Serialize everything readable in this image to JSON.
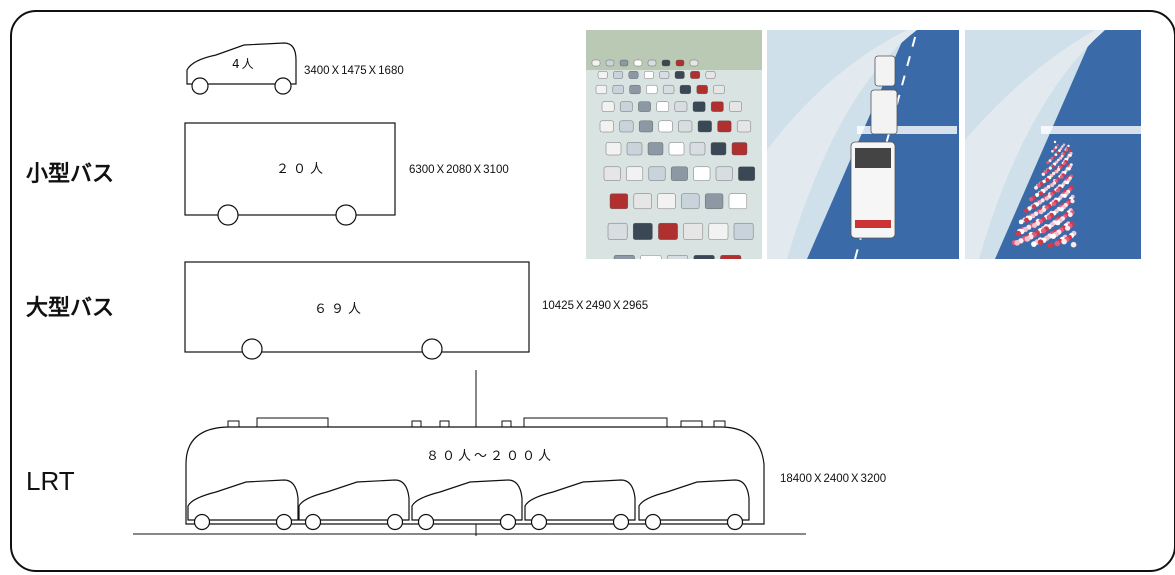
{
  "rows": {
    "car": {
      "capacity": "4人",
      "dimensions": "3400Ｘ1475Ｘ1680"
    },
    "small_bus": {
      "label": "小型バス",
      "capacity": "２０人",
      "dimensions": "6300Ｘ2080Ｘ3100"
    },
    "large_bus": {
      "label": "大型バス",
      "capacity": "６９人",
      "dimensions": "10425Ｘ2490Ｘ2965"
    },
    "lrt": {
      "label": "LRT",
      "capacity": "８０人～２００人",
      "dimensions": "18400Ｘ2400Ｘ3200"
    }
  },
  "photos": {
    "count": 3,
    "depicts": [
      "traffic-jam-cars",
      "buses-on-road",
      "crowd-of-people-on-road"
    ]
  },
  "colors": {
    "outline": "#111111",
    "road": "#3a6aa8",
    "sky": "#e9f1f6"
  }
}
